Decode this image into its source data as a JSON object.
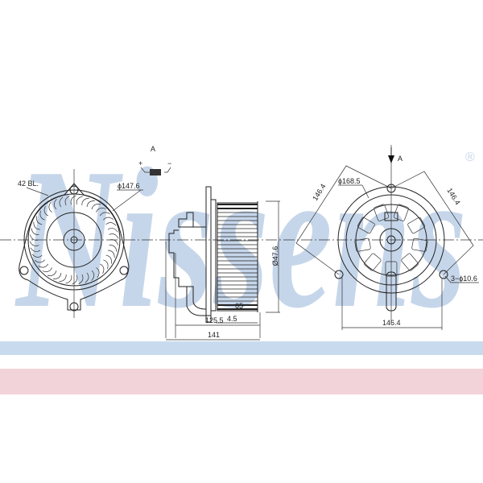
{
  "watermark": {
    "text": "Nissens",
    "registered_mark": "®",
    "color": "#c6d6ea"
  },
  "bands": {
    "blue": "#c8dbee",
    "pink": "#f3d3da"
  },
  "connector": {
    "view_label": "A",
    "plus": "+",
    "minus": "−"
  },
  "front_view": {
    "blades": "42 BL.",
    "diameter": "ϕ147.6"
  },
  "side_view": {
    "fan_diameter": "Ø47.6",
    "dim_65": "65",
    "dim_4_5": "4.5",
    "dim_125_5": "125.5",
    "dim_141": "141"
  },
  "rear_view": {
    "view_label": "A",
    "diameter": "ϕ168.5",
    "left_diag": "146.4",
    "right_diag": "146.4",
    "holes": "3−ϕ10.6",
    "bottom_width": "146.4"
  }
}
